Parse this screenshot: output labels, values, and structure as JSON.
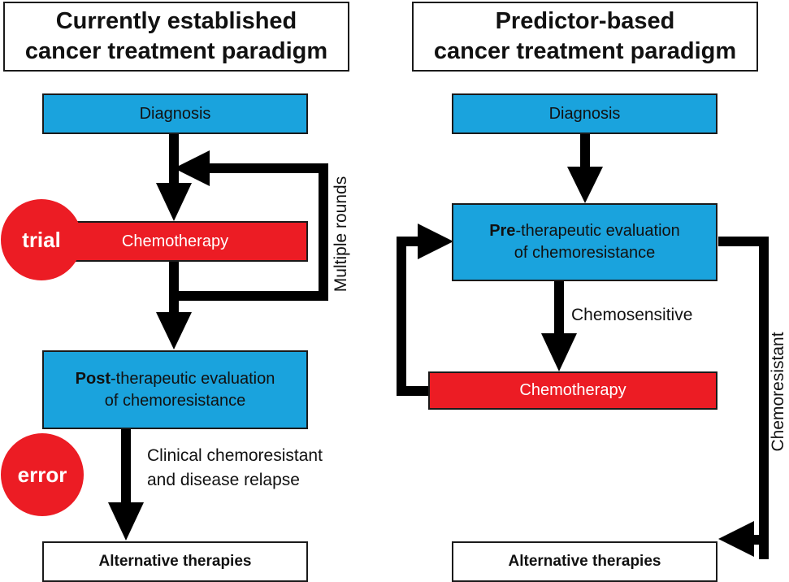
{
  "left": {
    "title_line1": "Currently established",
    "title_line2": "cancer treatment paradigm",
    "diagnosis": "Diagnosis",
    "chemotherapy": "Chemotherapy",
    "trial": "trial",
    "multiple_rounds": "Multiple rounds",
    "post_bold": "Post",
    "post_rest": "-therapeutic evaluation",
    "post_line2": "of chemoresistance",
    "error": "error",
    "relapse_line1": "Clinical chemoresistant",
    "relapse_line2": "and disease relapse",
    "alternative": "Alternative therapies"
  },
  "right": {
    "title_line1": "Predictor-based",
    "title_line2": "cancer treatment paradigm",
    "diagnosis": "Diagnosis",
    "pre_bold": "Pre",
    "pre_rest": "-therapeutic evaluation",
    "pre_line2": "of chemoresistance",
    "chemosensitive": "Chemosensitive",
    "chemotherapy": "Chemotherapy",
    "chemoresistant": "Chemoresistant",
    "alternative": "Alternative therapies"
  },
  "colors": {
    "blue_box": "#1aa3dd",
    "red_box": "#ec1c24",
    "arrow": "#000000"
  }
}
